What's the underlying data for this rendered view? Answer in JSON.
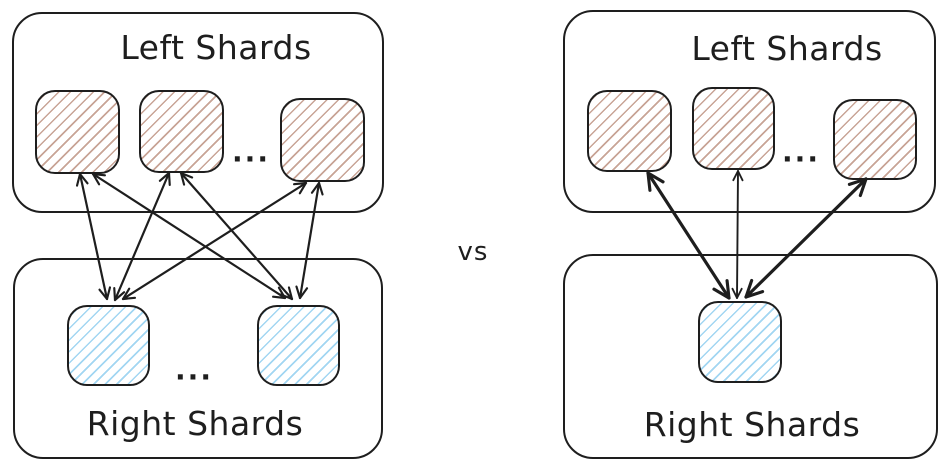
{
  "separator": {
    "label": "vs"
  },
  "left_diagram": {
    "top_panel": {
      "title": "Left Shards",
      "ellipsis": "...",
      "shard_count": 3
    },
    "bottom_panel": {
      "title": "Right Shards",
      "ellipsis": "...",
      "shard_count": 2
    },
    "arrows": {
      "bidirectional": true,
      "count": 6,
      "edges": [
        [
          "top-shard-1",
          "bottom-shard-1"
        ],
        [
          "top-shard-1",
          "bottom-shard-2"
        ],
        [
          "top-shard-2",
          "bottom-shard-1"
        ],
        [
          "top-shard-2",
          "bottom-shard-2"
        ],
        [
          "top-shard-3",
          "bottom-shard-1"
        ],
        [
          "top-shard-3",
          "bottom-shard-2"
        ]
      ]
    }
  },
  "right_diagram": {
    "top_panel": {
      "title": "Left Shards",
      "ellipsis": "...",
      "shard_count": 3
    },
    "bottom_panel": {
      "title": "Right Shards",
      "shard_count": 1
    },
    "arrows": {
      "bidirectional": true,
      "count": 3,
      "edges": [
        [
          "top-shard-1",
          "bottom-shard-1"
        ],
        [
          "top-shard-2",
          "bottom-shard-1"
        ],
        [
          "top-shard-3",
          "bottom-shard-1"
        ]
      ]
    }
  },
  "colors": {
    "stroke": "#1e1e1e",
    "left_shard_hatch": "#c8a496",
    "right_shard_hatch": "#a2d6f2",
    "background": "#ffffff"
  }
}
